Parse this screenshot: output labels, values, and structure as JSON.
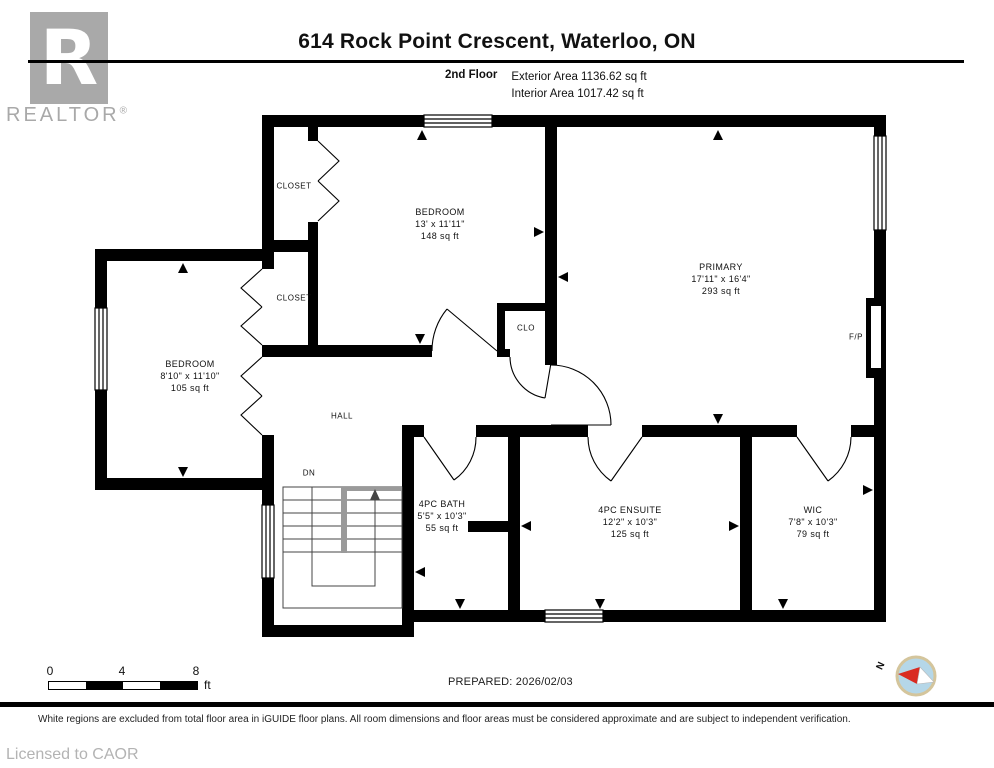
{
  "logo": {
    "letter": "R",
    "brand": "REALTOR",
    "registered": "®"
  },
  "header": {
    "title": "614 Rock Point Crescent, Waterloo, ON",
    "floor_label": "2nd Floor",
    "exterior_area": "Exterior Area 1136.62 sq ft",
    "interior_area": "Interior Area 1017.42 sq ft"
  },
  "rooms": {
    "bedroom_top": {
      "name": "BEDROOM",
      "dims": "13' x 11'11\"",
      "area": "148 sq ft"
    },
    "primary": {
      "name": "PRIMARY",
      "dims": "17'11\" x 16'4\"",
      "area": "293 sq ft"
    },
    "bedroom_left": {
      "name": "BEDROOM",
      "dims": "8'10\" x 11'10\"",
      "area": "105 sq ft"
    },
    "bath": {
      "name": "4PC BATH",
      "dims": "5'5\" x 10'3\"",
      "area": "55 sq ft"
    },
    "ensuite": {
      "name": "4PC ENSUITE",
      "dims": "12'2\" x 10'3\"",
      "area": "125 sq ft"
    },
    "wic": {
      "name": "WIC",
      "dims": "7'8\" x 10'3\"",
      "area": "79 sq ft"
    }
  },
  "labels": {
    "closet_upper": "CLOSET",
    "closet_lower": "CLOSET",
    "clo": "CLO",
    "hall": "HALL",
    "dn": "DN",
    "fireplace": "F/P",
    "north": "N"
  },
  "scale_bar": {
    "tick_0": "0",
    "tick_4": "4",
    "tick_8": "8",
    "unit": "ft"
  },
  "footer": {
    "prepared": "PREPARED: 2026/02/03",
    "disclaimer": "White regions are excluded from total floor area in iGUIDE floor plans. All room dimensions and floor areas must be considered approximate and are subject to independent verification.",
    "licensed": "Licensed to CAOR"
  },
  "colors": {
    "wall": "#000000",
    "logo_gray": "#a9a9a9",
    "compass_ring": "#d4c59c",
    "compass_face": "#b5d7e8",
    "compass_needle_red": "#d92b21"
  }
}
